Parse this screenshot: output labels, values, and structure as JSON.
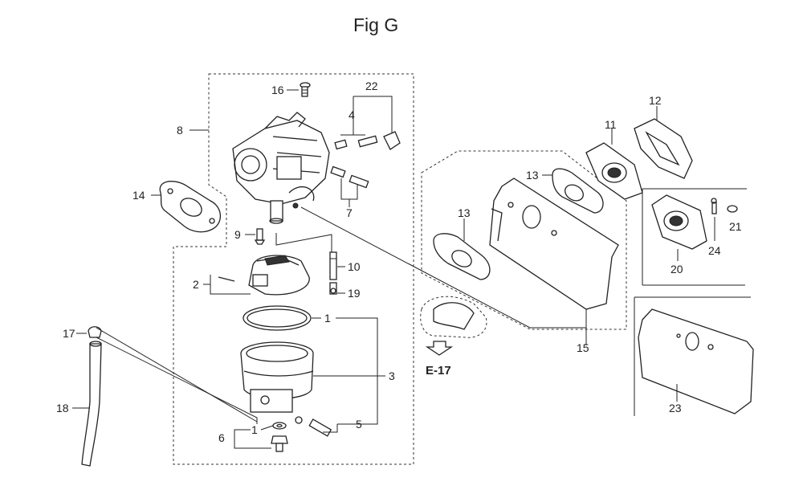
{
  "title": "Fig G",
  "callouts": [
    {
      "id": "c16",
      "text": "16"
    },
    {
      "id": "c22",
      "text": "22"
    },
    {
      "id": "c4",
      "text": "4"
    },
    {
      "id": "c8",
      "text": "8"
    },
    {
      "id": "c7",
      "text": "7"
    },
    {
      "id": "c14",
      "text": "14"
    },
    {
      "id": "c9",
      "text": "9"
    },
    {
      "id": "c10",
      "text": "10"
    },
    {
      "id": "c2",
      "text": "2"
    },
    {
      "id": "c19",
      "text": "19"
    },
    {
      "id": "c17",
      "text": "17"
    },
    {
      "id": "c1a",
      "text": "1"
    },
    {
      "id": "c3",
      "text": "3"
    },
    {
      "id": "c18",
      "text": "18"
    },
    {
      "id": "c1b",
      "text": "1"
    },
    {
      "id": "c5",
      "text": "5"
    },
    {
      "id": "c6",
      "text": "6"
    },
    {
      "id": "c12",
      "text": "12"
    },
    {
      "id": "c11",
      "text": "11"
    },
    {
      "id": "c13a",
      "text": "13"
    },
    {
      "id": "c13b",
      "text": "13"
    },
    {
      "id": "c21",
      "text": "21"
    },
    {
      "id": "c24",
      "text": "24"
    },
    {
      "id": "c20",
      "text": "20"
    },
    {
      "id": "c15",
      "text": "15"
    },
    {
      "id": "c23",
      "text": "23"
    }
  ],
  "ref_label": "E-17"
}
